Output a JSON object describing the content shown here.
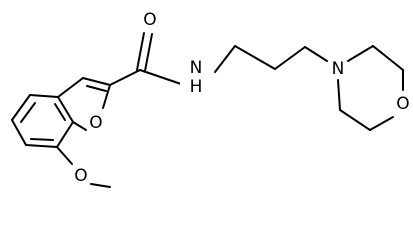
{
  "molecule": {
    "atoms": {
      "carbonyl_oxygen": "O",
      "amide_nitrogen": "N",
      "amide_hydrogen": "H",
      "furan_oxygen": "O",
      "morpholine_nitrogen": "N",
      "morpholine_oxygen": "O",
      "methoxy_oxygen": "O"
    },
    "colors": {
      "bond": "#000000",
      "label": "#000000",
      "background": "#ffffff"
    }
  }
}
